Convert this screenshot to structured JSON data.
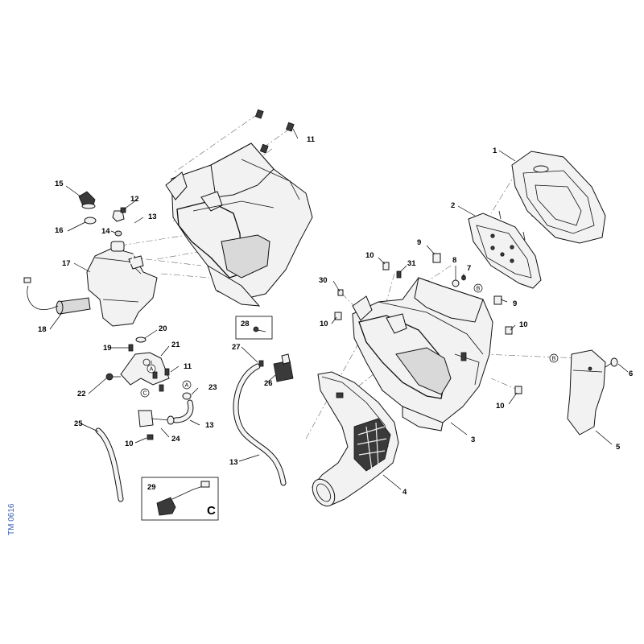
{
  "diagram_id": "TM 0616",
  "detail_letter": "C",
  "callouts": [
    "1",
    "2",
    "3",
    "4",
    "5",
    "6",
    "7",
    "8",
    "9",
    "9",
    "10",
    "10",
    "10",
    "10",
    "10",
    "11",
    "11",
    "12",
    "13",
    "13",
    "13",
    "14",
    "15",
    "16",
    "17",
    "18",
    "19",
    "20",
    "21",
    "22",
    "23",
    "24",
    "25",
    "26",
    "27",
    "28",
    "29",
    "30",
    "31"
  ],
  "ref_letters": {
    "a": "A",
    "b": "B",
    "c": "C"
  }
}
